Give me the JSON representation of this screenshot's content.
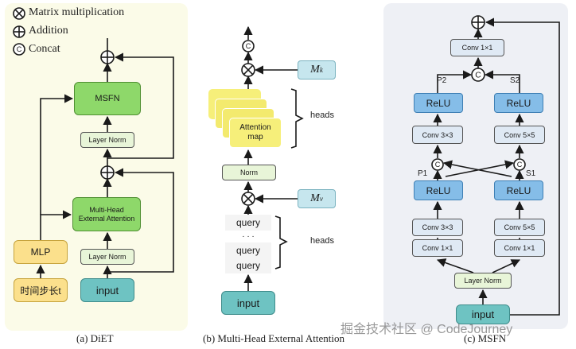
{
  "legend": {
    "matrix_multiplication": "Matrix multiplication",
    "addition": "Addition",
    "concat": "Concat"
  },
  "diet": {
    "caption": "(a) DiET",
    "msfn": "MSFN",
    "layer_norm_top": "Layer Norm",
    "mhea_line1": "Multi-Head",
    "mhea_line2": "External Attention",
    "layer_norm_bottom": "Layer Norm",
    "mlp": "MLP",
    "timestep": "时间步长t",
    "input": "input"
  },
  "mhea": {
    "caption": "(b) Multi-Head External Attention",
    "mk_base": "M",
    "mk_sub": "k",
    "mv_base": "M",
    "mv_sub": "v",
    "attention_line1": "Attention",
    "attention_line2": "map",
    "heads_top": "heads",
    "norm": "Norm",
    "query_1": "query",
    "dots": "· · ·",
    "query_2": "query",
    "query_3": "query",
    "heads_bottom": "heads",
    "input": "input"
  },
  "msfn": {
    "caption": "(c) MSFN",
    "conv_top": "Conv 1×1",
    "p2": "P2",
    "s2": "S2",
    "relu_p2": "ReLU",
    "relu_s2": "ReLU",
    "conv3_top": "Conv 3×3",
    "conv5_top": "Conv 5×5",
    "p1": "P1",
    "s1": "S1",
    "relu_p1": "ReLU",
    "relu_s1": "ReLU",
    "conv3_bottom": "Conv 3×3",
    "conv5_bottom": "Conv 5×5",
    "conv1_left": "Conv 1×1",
    "conv1_right": "Conv 1×1",
    "layer_norm": "Layer Norm",
    "input": "input"
  },
  "watermark": "掘金技术社区 @ CodeJourney",
  "colors": {
    "green": "#8ed86a",
    "teal": "#6ec3c2",
    "lightgreen": "#e8f5d8",
    "yellow": "#fbe08c",
    "mkbox": "#c6e6ee",
    "relu": "#85bde8",
    "conv": "#dfe9f4",
    "panel_a": "#fbfbe8",
    "panel_c": "#eef0f5"
  }
}
